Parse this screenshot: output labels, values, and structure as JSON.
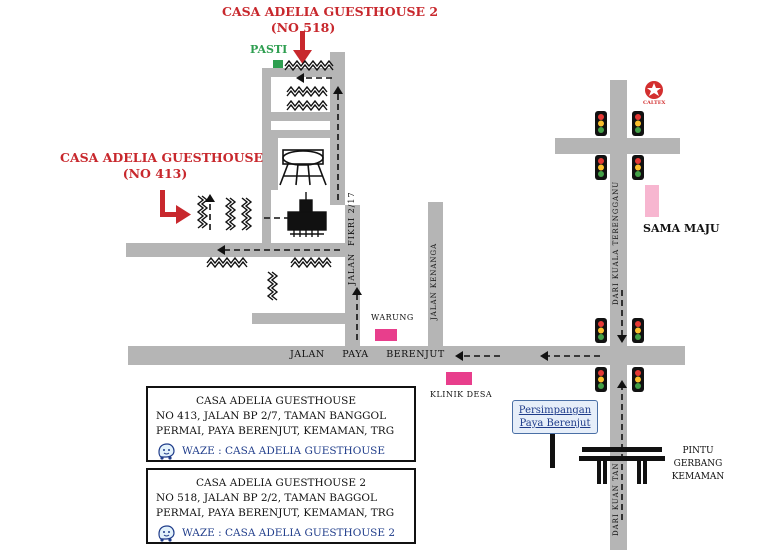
{
  "guesthouse2_title": {
    "name": "CASA ADELIA GUESTHOUSE 2",
    "number": "(NO 518)"
  },
  "guesthouse1_title": {
    "name": "CASA ADELIA GUESTHOUSE",
    "number": "(NO 413)"
  },
  "landmarks": {
    "pasti": "PASTI",
    "caltex": "CALTEX",
    "sama_maju": "SAMA MAJU",
    "warung": "WARUNG",
    "klinik_desa": "KLINIK DESA",
    "pintu_gerbang": [
      "PINTU",
      "GERBANG",
      "KEMAMAN"
    ]
  },
  "roads": {
    "jalan_paya_berenjut": "JALAN     PAYA     BERENJUT",
    "jalan_fikri": "JALAN  FIKRI 2/17",
    "jalan_kenanga": "JALAN KENANGA",
    "dari_kuala_terengganu": "DARI KUALA TERENGGANU",
    "dari_kuan_tan": "DARI KUAN TAN"
  },
  "sign": {
    "line1": "Persimpangan",
    "line2": "Paya Berenjut"
  },
  "address1": {
    "title": "CASA ADELIA GUESTHOUSE",
    "line1": "NO 413, JALAN BP 2/7, TAMAN BANGGOL",
    "line2": "PERMAI, PAYA BERENJUT, KEMAMAN, TRG",
    "waze": "WAZE : CASA ADELIA GUESTHOUSE"
  },
  "address2": {
    "title": "CASA ADELIA GUESTHOUSE 2",
    "line1": "NO 518, JALAN BP 2/2, TAMAN BAGGOL",
    "line2": "PERMAI, PAYA BERENJUT, KEMAMAN, TRG",
    "waze": "WAZE : CASA ADELIA GUESTHOUSE 2"
  },
  "colors": {
    "road": "#b5b5b5",
    "red_label": "#c8282d",
    "pasti_green": "#2e9e50",
    "pink_marker": "#e83e8c",
    "light_pink": "#f7b6d0",
    "waze_blue": "#1f3c8a"
  }
}
